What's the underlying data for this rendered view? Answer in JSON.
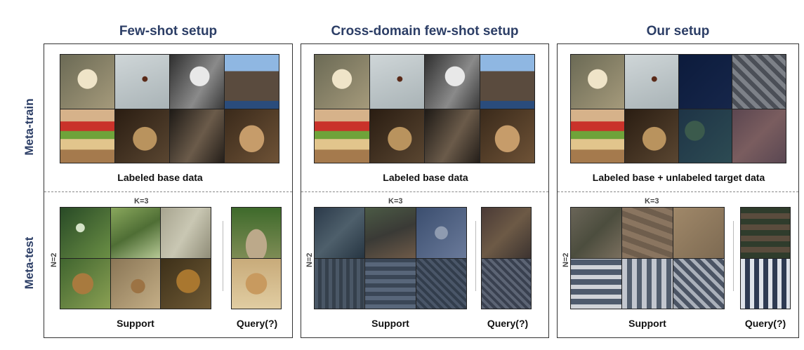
{
  "columns": [
    {
      "title": "Few-shot setup",
      "base_caption": "Labeled base data",
      "k_label": "K=3",
      "n_label": "N=2",
      "support_caption": "Support",
      "query_caption": "Query(?)"
    },
    {
      "title": "Cross-domain few-shot setup",
      "base_caption": "Labeled base data",
      "k_label": "K=3",
      "n_label": "N=2",
      "support_caption": "Support",
      "query_caption": "Query(?)"
    },
    {
      "title": "Our setup",
      "base_caption": "Labeled base + unlabeled target data",
      "k_label": "K=3",
      "n_label": "N=2",
      "support_caption": "Support",
      "query_caption": "Query(?)"
    }
  ],
  "row_labels": {
    "meta_train": "Meta-train",
    "meta_test": "Meta-test"
  },
  "colors": {
    "title": "#2c3e66",
    "border": "#333333"
  }
}
